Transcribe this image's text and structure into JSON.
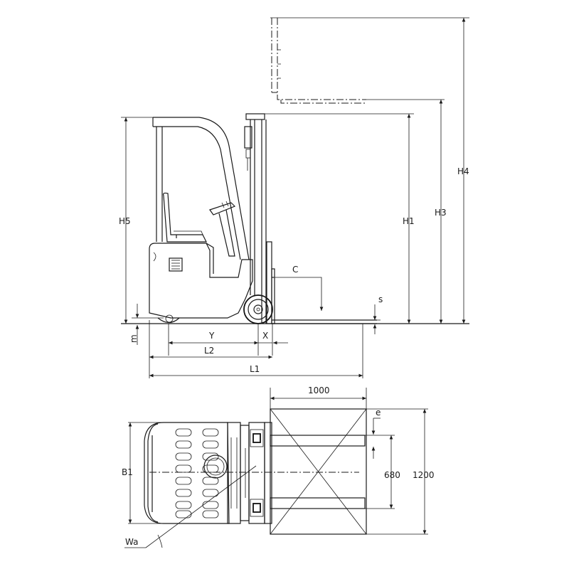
{
  "labels": {
    "H4": "H4",
    "H3": "H3",
    "H1": "H1",
    "H5": "H5",
    "C": "C",
    "s": "s",
    "m": "m",
    "Y": "Y",
    "X": "X",
    "L2": "L2",
    "L1": "L1",
    "B1": "B1",
    "Wa": "Wa",
    "e": "e",
    "dim_1000": "1000",
    "dim_680": "680",
    "dim_1200": "1200"
  }
}
